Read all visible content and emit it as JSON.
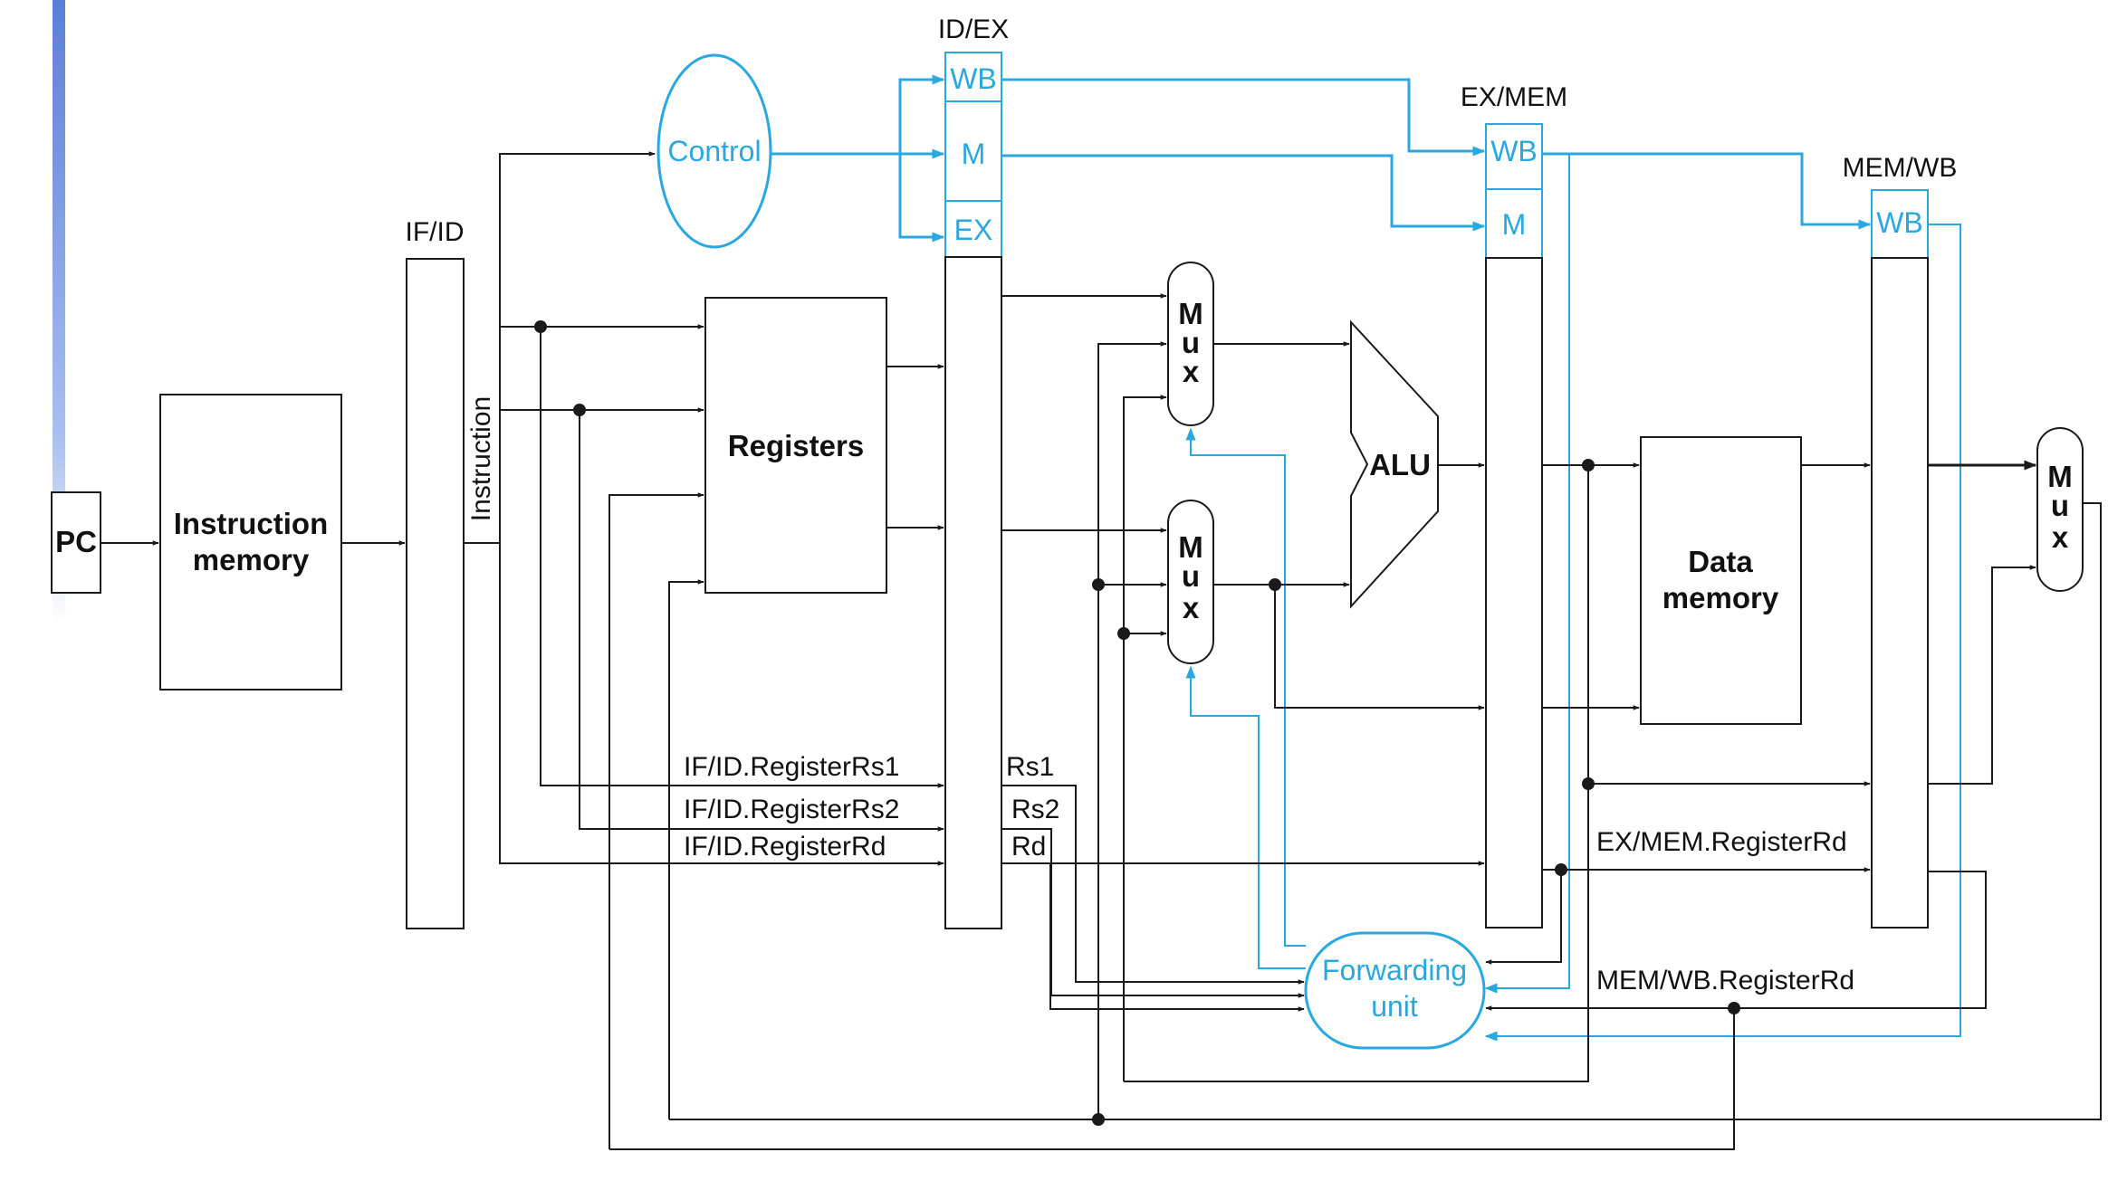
{
  "colors": {
    "control": "#29a8e0",
    "wire": "#1a1a1a",
    "accent_bar": "#5a7fd6"
  },
  "blocks": {
    "pc": "PC",
    "instruction_memory": [
      "Instruction",
      "memory"
    ],
    "registers": "Registers",
    "alu": "ALU",
    "data_memory": [
      "Data",
      "memory"
    ],
    "control": "Control",
    "forwarding_unit": [
      "Forwarding",
      "unit"
    ],
    "mux": [
      "M",
      "u",
      "x"
    ]
  },
  "pipeline_registers": {
    "if_id": "IF/ID",
    "id_ex": "ID/EX",
    "ex_mem": "EX/MEM",
    "mem_wb": "MEM/WB",
    "instruction": "Instruction"
  },
  "control_fields": {
    "wb": "WB",
    "m": "M",
    "ex": "EX"
  },
  "signals": {
    "if_id_rs1": "IF/ID.RegisterRs1",
    "if_id_rs2": "IF/ID.RegisterRs2",
    "if_id_rd": "IF/ID.RegisterRd",
    "rs1": "Rs1",
    "rs2": "Rs2",
    "rd": "Rd",
    "ex_mem_rd": "EX/MEM.RegisterRd",
    "mem_wb_rd": "MEM/WB.RegisterRd"
  }
}
